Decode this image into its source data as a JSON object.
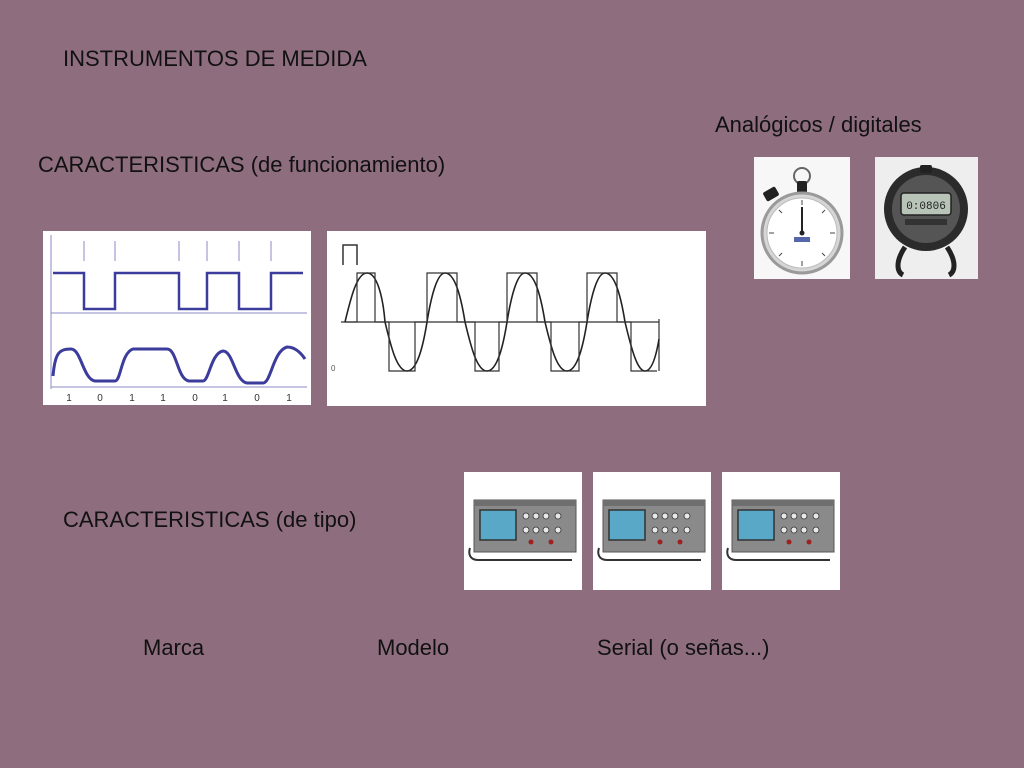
{
  "slide": {
    "title": "INSTRUMENTOS DE MEDIDA",
    "subtitle_types": "Analógicos / digitales",
    "heading_functional": "CARACTERISTICAS (de funcionamiento)",
    "heading_type": "CARACTERISTICAS (de tipo)",
    "labels": {
      "brand": "Marca",
      "model": "Modelo",
      "serial": "Serial (o señas...)"
    }
  },
  "digital_signal": {
    "bits": [
      "1",
      "0",
      "1",
      "1",
      "0",
      "1",
      "0",
      "1"
    ],
    "line_color": "#3c3c9c"
  },
  "instruments": {
    "analog_stopwatch": {
      "icon": "analog-stopwatch-icon"
    },
    "digital_stopwatch": {
      "icon": "digital-stopwatch-icon",
      "display": "0:0806"
    },
    "oscilloscopes": [
      {
        "icon": "oscilloscope-icon"
      },
      {
        "icon": "oscilloscope-icon"
      },
      {
        "icon": "oscilloscope-icon"
      }
    ]
  }
}
